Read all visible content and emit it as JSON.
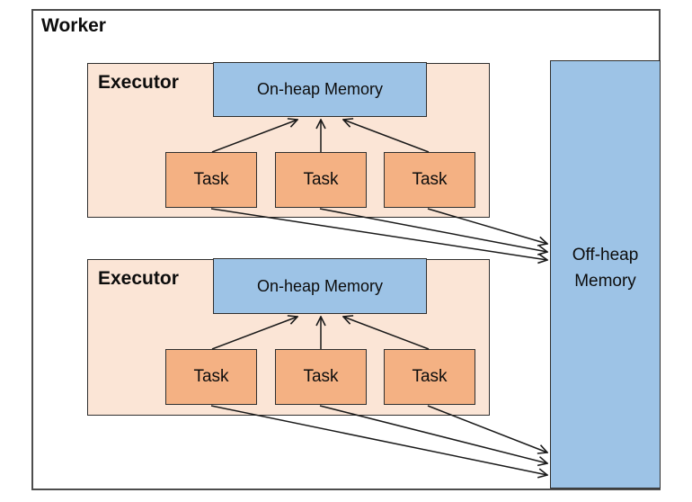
{
  "diagram": {
    "type": "architecture-diagram",
    "worker_label": "Worker",
    "executors": [
      {
        "label": "Executor",
        "onheap_label": "On-heap Memory",
        "tasks": [
          "Task",
          "Task",
          "Task"
        ]
      },
      {
        "label": "Executor",
        "onheap_label": "On-heap Memory",
        "tasks": [
          "Task",
          "Task",
          "Task"
        ]
      }
    ],
    "offheap_label": "Off-heap Memory",
    "edges": [
      {
        "from": "executor-1-task-1",
        "to": "executor-1-onheap-memory"
      },
      {
        "from": "executor-1-task-2",
        "to": "executor-1-onheap-memory"
      },
      {
        "from": "executor-1-task-3",
        "to": "executor-1-onheap-memory"
      },
      {
        "from": "executor-1-task-1",
        "to": "offheap-memory"
      },
      {
        "from": "executor-1-task-2",
        "to": "offheap-memory"
      },
      {
        "from": "executor-1-task-3",
        "to": "offheap-memory"
      },
      {
        "from": "executor-2-task-1",
        "to": "executor-2-onheap-memory"
      },
      {
        "from": "executor-2-task-2",
        "to": "executor-2-onheap-memory"
      },
      {
        "from": "executor-2-task-3",
        "to": "executor-2-onheap-memory"
      },
      {
        "from": "executor-2-task-1",
        "to": "offheap-memory"
      },
      {
        "from": "executor-2-task-2",
        "to": "offheap-memory"
      },
      {
        "from": "executor-2-task-3",
        "to": "offheap-memory"
      }
    ],
    "colors": {
      "executor_fill": "#fbe5d6",
      "task_fill": "#f4b183",
      "memory_fill": "#9dc3e6",
      "box_border": "#2f2f2f",
      "worker_border": "#4d4d4d",
      "arrow": "#1a1a1a",
      "text": "#000000"
    }
  }
}
